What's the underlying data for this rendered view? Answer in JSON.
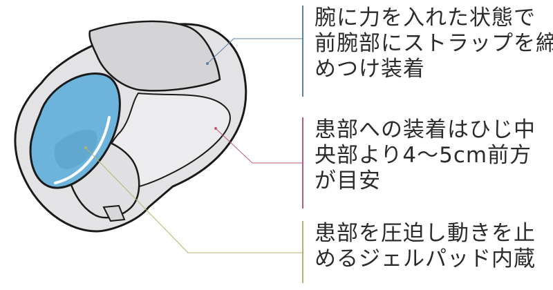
{
  "callouts": [
    {
      "lines": [
        "腕に力を入れた状態で",
        "前腕部にストラップを締",
        "めつけ装着"
      ],
      "color": "#5b7fa6"
    },
    {
      "lines": [
        "患部への装着はひじ中",
        "央部より4～5cm前方",
        "が目安"
      ],
      "color": "#c0577a"
    },
    {
      "lines": [
        "患部を圧迫し動きを止",
        "めるジェルパッド内蔵"
      ],
      "color": "#b4b36a"
    }
  ],
  "colors": {
    "gel_pad": "#6cb4dc",
    "strap": "#e4e4e6",
    "outline": "#1a1a1a"
  }
}
